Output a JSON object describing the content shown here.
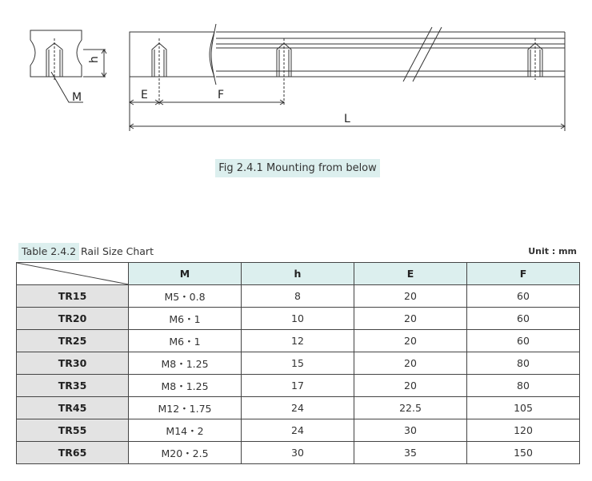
{
  "figure": {
    "labels": {
      "h": "h",
      "M": "M",
      "E": "E",
      "F": "F",
      "L": "L"
    },
    "caption": "Fig 2.4.1 Mounting from below"
  },
  "table": {
    "tag": "Table 2.4.2",
    "title": "Rail Size Chart",
    "unit": "Unit : mm",
    "columns": [
      "M",
      "h",
      "E",
      "F"
    ],
    "rows": [
      {
        "model": "TR15",
        "M": "M5・0.8",
        "h": "8",
        "E": "20",
        "F": "60"
      },
      {
        "model": "TR20",
        "M": "M6・1",
        "h": "10",
        "E": "20",
        "F": "60"
      },
      {
        "model": "TR25",
        "M": "M6・1",
        "h": "12",
        "E": "20",
        "F": "60"
      },
      {
        "model": "TR30",
        "M": "M8・1.25",
        "h": "15",
        "E": "20",
        "F": "80"
      },
      {
        "model": "TR35",
        "M": "M8・1.25",
        "h": "17",
        "E": "20",
        "F": "80"
      },
      {
        "model": "TR45",
        "M": "M12・1.75",
        "h": "24",
        "E": "22.5",
        "F": "105"
      },
      {
        "model": "TR55",
        "M": "M14・2",
        "h": "24",
        "E": "30",
        "F": "120"
      },
      {
        "model": "TR65",
        "M": "M20・2.5",
        "h": "30",
        "E": "35",
        "F": "150"
      }
    ]
  }
}
